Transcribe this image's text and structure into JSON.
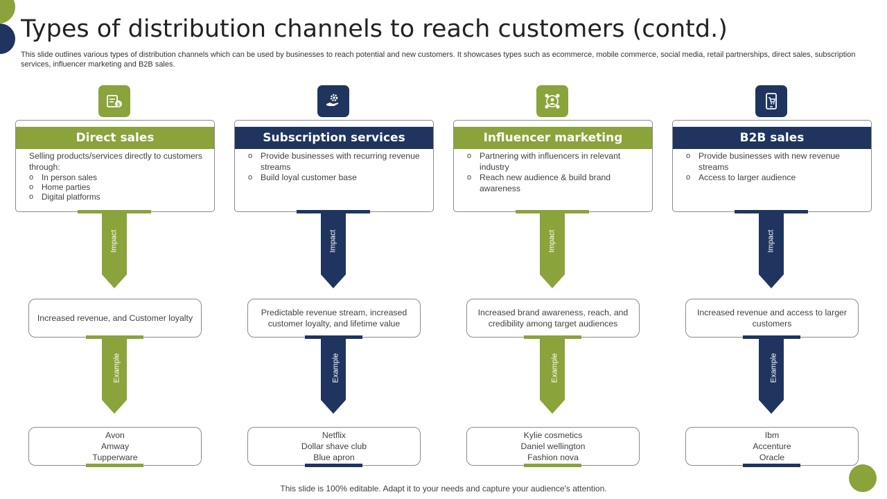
{
  "title": "Types of distribution channels to reach customers (contd.)",
  "subtitle": "This slide outlines various types of distribution channels which can be used by businesses to reach potential and new customers. It showcases types such as ecommerce, mobile commerce, social media, retail partnerships, direct sales, subscription services, influencer marketing and B2B sales.",
  "colors": {
    "green": "#8aa33b",
    "navy": "#1f3560"
  },
  "columns": [
    {
      "color": "green",
      "icon": "price-tag-icon",
      "heading": "Direct sales",
      "intro": "Selling products/services directly to customers through:",
      "bullets": [
        "In person sales",
        "Home parties",
        "Digital platforms"
      ],
      "impact_label": "Impact",
      "impact": "Increased revenue, and Customer loyalty",
      "example_label": "Example",
      "examples": [
        "Avon",
        "Amway",
        "Tupperware"
      ]
    },
    {
      "color": "navy",
      "icon": "hand-gear-icon",
      "heading": "Subscription services",
      "intro": "",
      "bullets": [
        "Provide businesses with recurring revenue streams",
        "Build loyal customer base"
      ],
      "impact_label": "Impact",
      "impact": "Predictable revenue stream, increased customer loyalty, and lifetime value",
      "example_label": "Example",
      "examples": [
        "Netflix",
        "Dollar shave club",
        "Blue apron"
      ]
    },
    {
      "color": "green",
      "icon": "influencer-network-icon",
      "heading": "Influencer marketing",
      "intro": "",
      "bullets": [
        "Partnering with influencers in relevant industry",
        "Reach new audience & build brand awareness"
      ],
      "impact_label": "Impact",
      "impact": "Increased brand awareness, reach, and credibility among target audiences",
      "example_label": "Example",
      "examples": [
        "Kylie cosmetics",
        "Daniel wellington",
        "Fashion nova"
      ]
    },
    {
      "color": "navy",
      "icon": "mobile-cart-icon",
      "heading": "B2B sales",
      "intro": "",
      "bullets": [
        "Provide businesses with new revenue streams",
        "Access to larger audience"
      ],
      "impact_label": "Impact",
      "impact": "Increased revenue and access to larger customers",
      "example_label": "Example",
      "examples": [
        "Ibm",
        "Accenture",
        "Oracle"
      ]
    }
  ],
  "footer": "This slide is 100% editable. Adapt it to your needs and capture your audience's attention."
}
